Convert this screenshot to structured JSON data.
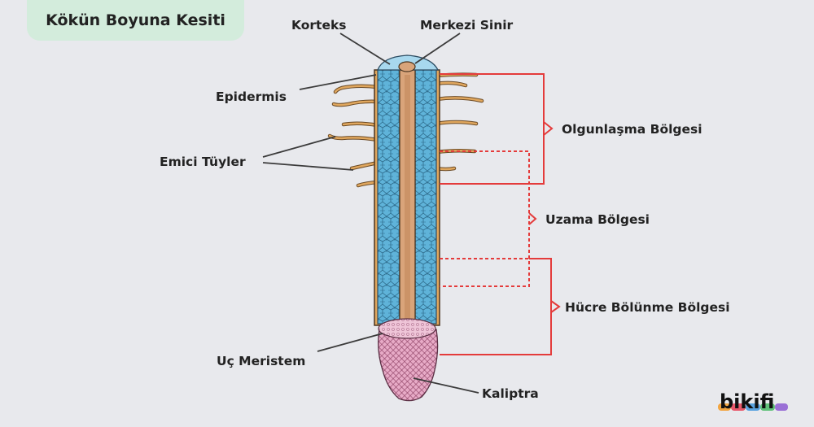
{
  "title": "Kökün Boyuna Kesiti",
  "labels": {
    "korteks": "Korteks",
    "merkezi_sinir": "Merkezi Sinir",
    "epidermis": "Epidermis",
    "emici_tuyler": "Emici Tüyler",
    "uc_meristem": "Uç Meristem",
    "kaliptra": "Kaliptra",
    "olgunlasma": "Olgunlaşma Bölgesi",
    "uzama": "Uzama Bölgesi",
    "hucre_bolunme": "Hücre Bölünme Bölgesi"
  },
  "logo": "bikifi",
  "colors": {
    "background": "#e8e9ed",
    "title_bg": "#d3ecdc",
    "cortex": "#5fb3d9",
    "central_cylinder": "#d9a47a",
    "root_hair": "#e0a75e",
    "root_cap": "#e7aac6",
    "bracket": "#e43b3b",
    "leader": "#3b3b3b"
  }
}
